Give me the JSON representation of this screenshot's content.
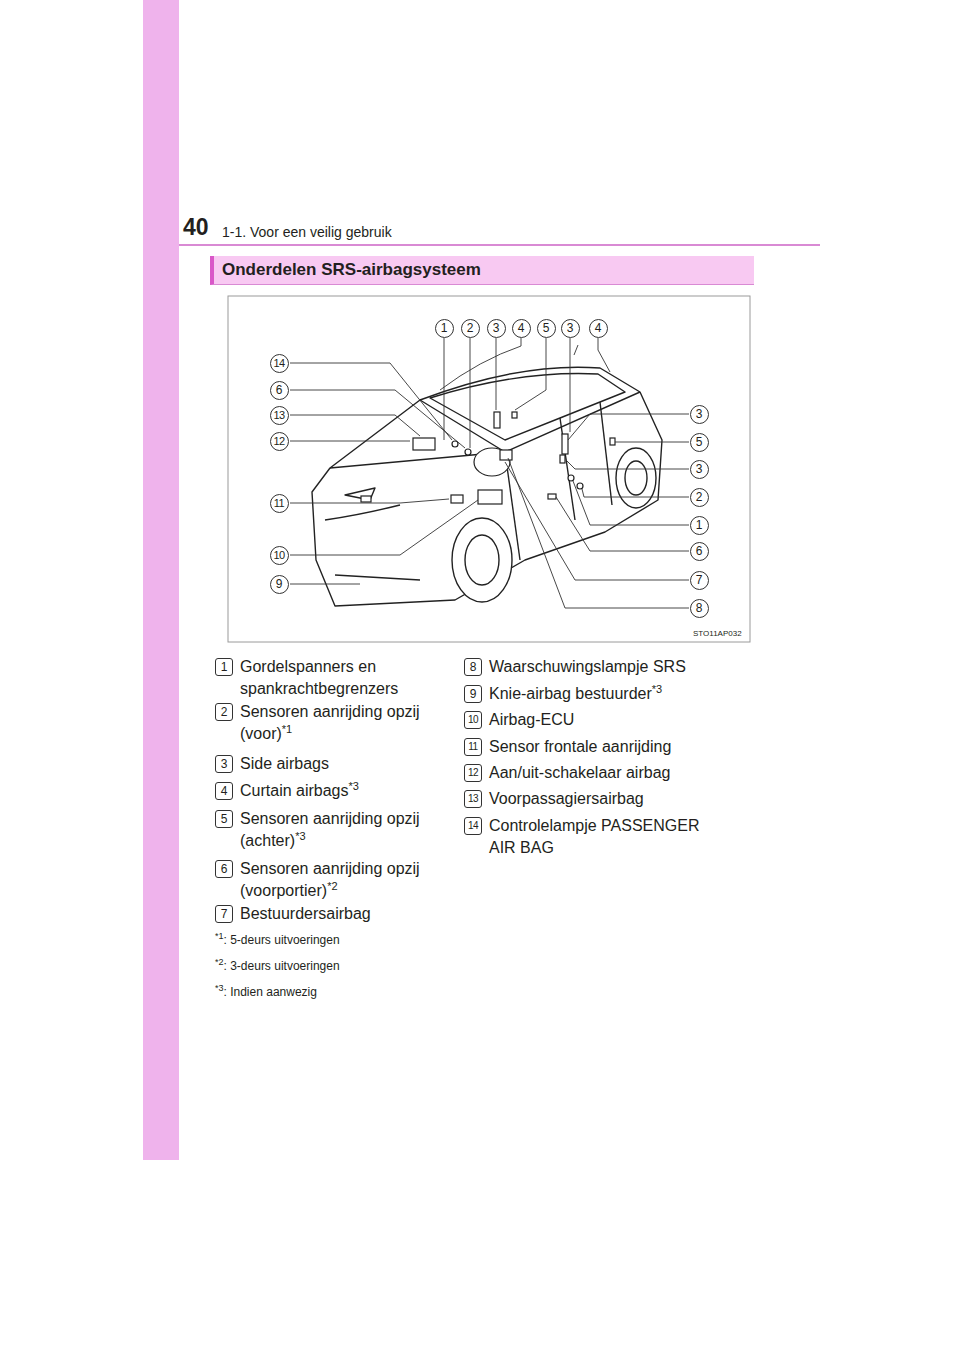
{
  "diagram": {
    "title": "Onderdelen SRS-airbagsysteem",
    "labels": [
      "40",
      "1-1. Voor een veilig gebruik",
      "1",
      "2",
      "3",
      "4",
      "5",
      "3",
      "4",
      "14",
      "6",
      "13",
      "12",
      "11",
      "10",
      "9",
      "3",
      "5",
      "3",
      "2",
      "1",
      "6",
      "7",
      "8",
      "STO11AP032",
      "1",
      "Gordelspanners en spankrachtbegrenzers",
      "2",
      "Sensoren aanrijding opzij (voor)",
      "*1",
      "3",
      "Side airbags",
      "4",
      "Curtain airbags",
      "*3",
      "5",
      "Sensoren aanrijding opzij (achter)",
      "*3",
      "6",
      "Sensoren aanrijding opzij (voorportier)",
      "*2",
      "7",
      "Bestuurdersairbag",
      "*1",
      ": 5-deurs uitvoeringen",
      "*2",
      ": 3-deurs uitvoeringen",
      "*3",
      ": Indien aanwezig",
      "8",
      "Waarschuwingslampje SRS",
      "9",
      "Knie-airbag bestuurder",
      "*3",
      "10",
      "Airbag-ECU",
      "11",
      "Sensor frontale aanrijding",
      "12",
      "Aan/uit-schakelaar airbag",
      "13",
      "Voorpassagiersairbag",
      "14",
      "Controlelampje PASSENGER AIR BAG"
    ]
  }
}
